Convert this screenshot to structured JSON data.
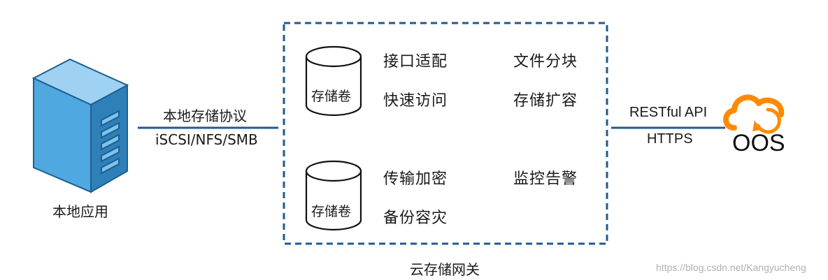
{
  "server": {
    "label": "本地应用"
  },
  "left_link": {
    "protocol_label": "本地存储协议",
    "protocols": "iSCSI/NFS/SMB"
  },
  "gateway": {
    "title": "云存储网关",
    "volumes": [
      {
        "label": "存储卷"
      },
      {
        "label": "存储卷"
      }
    ],
    "features": {
      "interface_adapt": "接口适配",
      "file_chunking": "文件分块",
      "fast_access": "快速访问",
      "storage_expansion": "存储扩容",
      "transfer_encryption": "传输加密",
      "monitoring_alerts": "监控告警",
      "backup_dr": "备份容灾"
    }
  },
  "right_link": {
    "api": "RESTful API",
    "transport": "HTTPS"
  },
  "oos": {
    "label": "OOS"
  },
  "watermark": "https://blog.csdn.net/Kangyucheng",
  "colors": {
    "server_front": "#4fa8e0",
    "server_side": "#2f7fb8",
    "server_top": "#9fd2f2",
    "server_outline": "#1c5f8f",
    "line": "#1f5a91",
    "gateway_border": "#1f5a91",
    "cloud_orange": "#ff8a00"
  }
}
